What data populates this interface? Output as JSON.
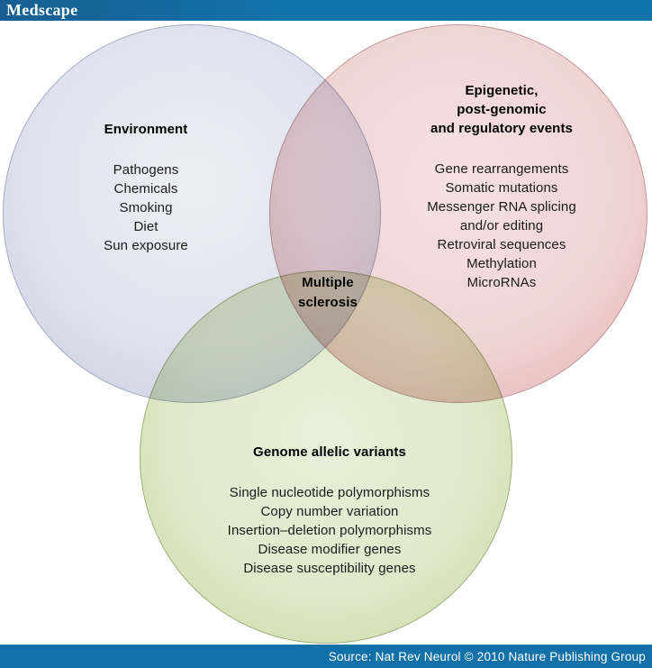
{
  "header": {
    "logo": "Medscape"
  },
  "footer": {
    "source": "Source: Nat Rev Neurol © 2010 Nature Publishing Group"
  },
  "colors": {
    "bar_blue": "#1271a9",
    "environment_circle": "#dfe3ee",
    "epigenetic_circle": "#f0d5d5",
    "genome_circle": "#dfe9ca",
    "text": "#1b1b1b"
  },
  "venn": {
    "center_label": [
      "Multiple",
      "sclerosis"
    ],
    "sets": [
      {
        "id": "environment",
        "title": [
          "Environment"
        ],
        "items": [
          "Pathogens",
          "Chemicals",
          "Smoking",
          "Diet",
          "Sun exposure"
        ]
      },
      {
        "id": "epigenetic",
        "title": [
          "Epigenetic,",
          "post-genomic",
          "and regulatory events"
        ],
        "items": [
          "Gene rearrangements",
          "Somatic mutations",
          "Messenger RNA splicing",
          "and/or editing",
          "Retroviral sequences",
          "Methylation",
          "MicroRNAs"
        ]
      },
      {
        "id": "genome",
        "title": [
          "Genome allelic variants"
        ],
        "items": [
          "Single nucleotide polymorphisms",
          "Copy number variation",
          "Insertion–deletion polymorphisms",
          "Disease modifier genes",
          "Disease susceptibility genes"
        ]
      }
    ]
  }
}
